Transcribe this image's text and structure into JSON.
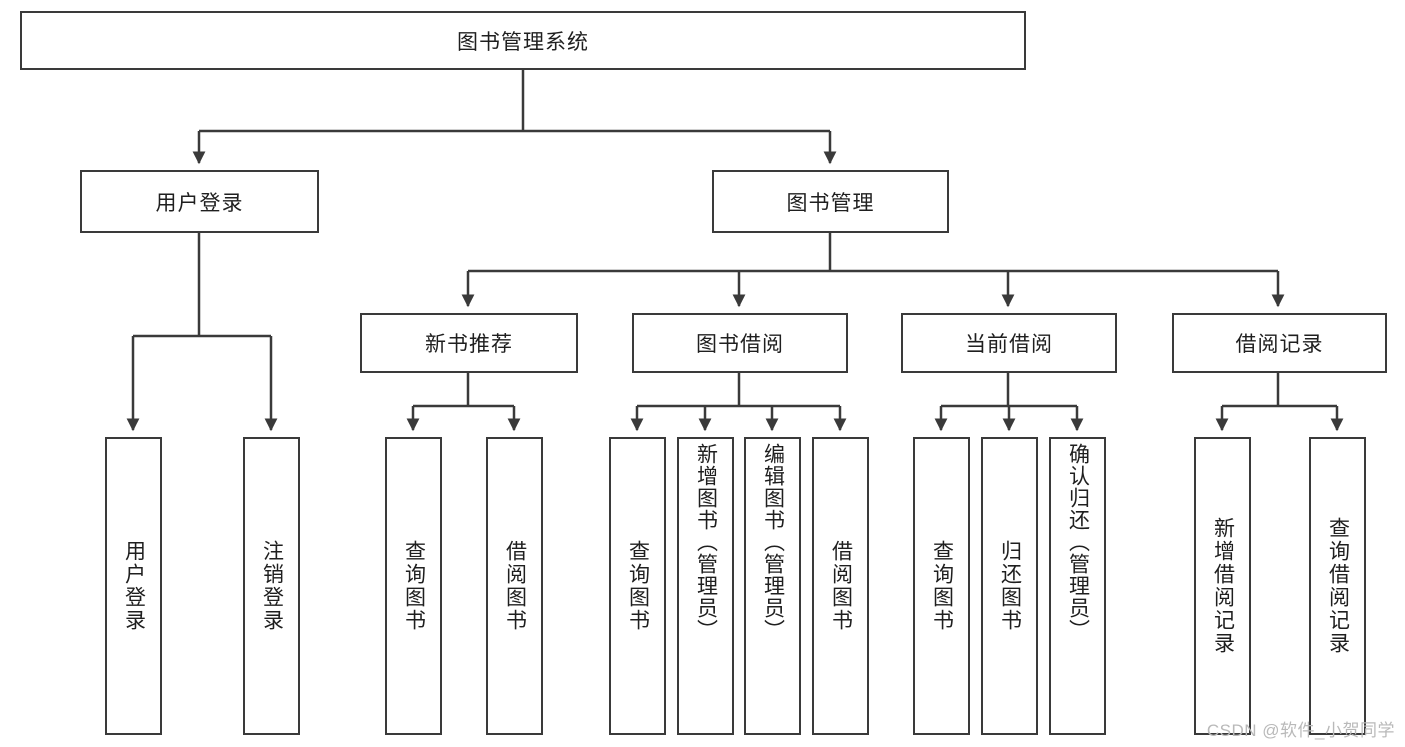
{
  "diagram": {
    "title_text": "图书管理系统",
    "type": "tree",
    "orientation": "top-down",
    "watermark": "CSDN @软件_小贺同学",
    "colors": {
      "box_border": "#3a3a3a",
      "box_fill": "#ffffff",
      "edge": "#3a3a3a",
      "text": "#1f1f1f",
      "watermark": "#b9b9b9",
      "background": "#ffffff"
    },
    "root": {
      "id": "root",
      "label": "图书管理系统"
    },
    "level1": [
      {
        "id": "user-login",
        "label": "用户登录"
      },
      {
        "id": "book-manage",
        "label": "图书管理"
      }
    ],
    "level2": [
      {
        "id": "new-book-rec",
        "label": "新书推荐",
        "parent": "book-manage"
      },
      {
        "id": "book-borrow",
        "label": "图书借阅",
        "parent": "book-manage"
      },
      {
        "id": "current-borrow",
        "label": "当前借阅",
        "parent": "book-manage"
      },
      {
        "id": "borrow-record",
        "label": "借阅记录",
        "parent": "book-manage"
      }
    ],
    "leaves": {
      "user_login": [
        {
          "id": "leaf-user-login",
          "label": "用户登录"
        },
        {
          "id": "leaf-user-logout",
          "label": "注销登录"
        }
      ],
      "new_book_rec": [
        {
          "id": "leaf-query-book-1",
          "label": "查询图书"
        },
        {
          "id": "leaf-borrow-book-1",
          "label": "借阅图书"
        }
      ],
      "book_borrow": [
        {
          "id": "leaf-query-book-2",
          "label": "查询图书"
        },
        {
          "id": "leaf-add-book",
          "label": "新增图书（管理员）"
        },
        {
          "id": "leaf-edit-book",
          "label": "编辑图书（管理员）"
        },
        {
          "id": "leaf-borrow-book-2",
          "label": "借阅图书"
        }
      ],
      "current_borrow": [
        {
          "id": "leaf-query-book-3",
          "label": "查询图书"
        },
        {
          "id": "leaf-return-book",
          "label": "归还图书"
        },
        {
          "id": "leaf-confirm-return",
          "label": "确认归还（管理员）"
        }
      ],
      "borrow_record": [
        {
          "id": "leaf-add-record",
          "label": "新增借阅记录"
        },
        {
          "id": "leaf-query-record",
          "label": "查询借阅记录"
        }
      ]
    }
  }
}
